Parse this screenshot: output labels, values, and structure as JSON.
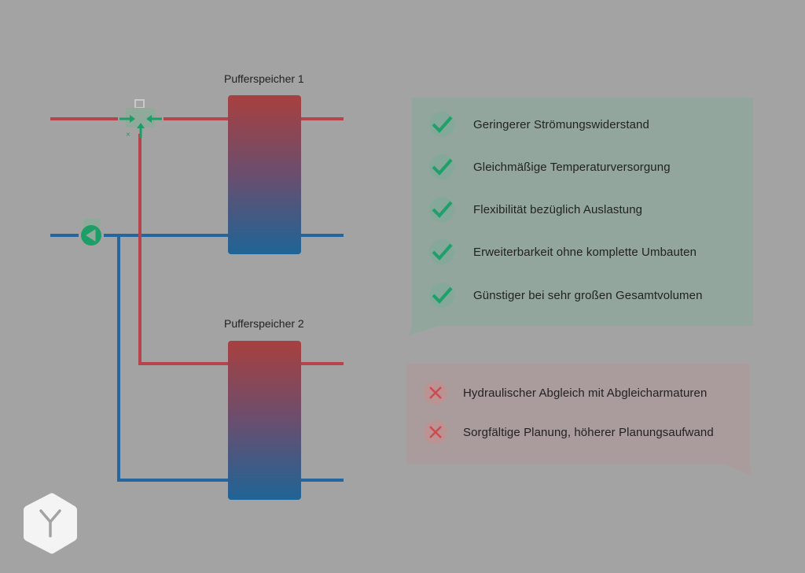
{
  "colors": {
    "background": "#a3a3a3",
    "hot_line": "#b5454a",
    "cold_line": "#2566a0",
    "valve_green": "#1e9e67",
    "pro_panel": "#93a69d",
    "con_panel": "#aa9b9c",
    "check": "#1ea06a",
    "cross": "#cc4b52"
  },
  "diagram": {
    "tanks": [
      {
        "label": "Pufferspeicher 1"
      },
      {
        "label": "Pufferspeicher 2"
      }
    ],
    "components": [
      "three-way-valve",
      "circulation-pump"
    ]
  },
  "advantages": {
    "icon": "checkmark-icon",
    "items": [
      "Geringerer Strömungswiderstand",
      "Gleichmäßige Temperaturversorgung",
      "Flexibilität bezüglich Auslastung",
      "Erweiterbarkeit ohne komplette Umbauten",
      "Günstiger bei sehr großen Gesamtvolumen"
    ]
  },
  "disadvantages": {
    "icon": "cross-icon",
    "items": [
      "Hydraulischer Abgleich mit Abgleicharmaturen",
      "Sorgfältige Planung, höherer Planungsaufwand"
    ]
  },
  "logo": {
    "glyph": "Y"
  }
}
